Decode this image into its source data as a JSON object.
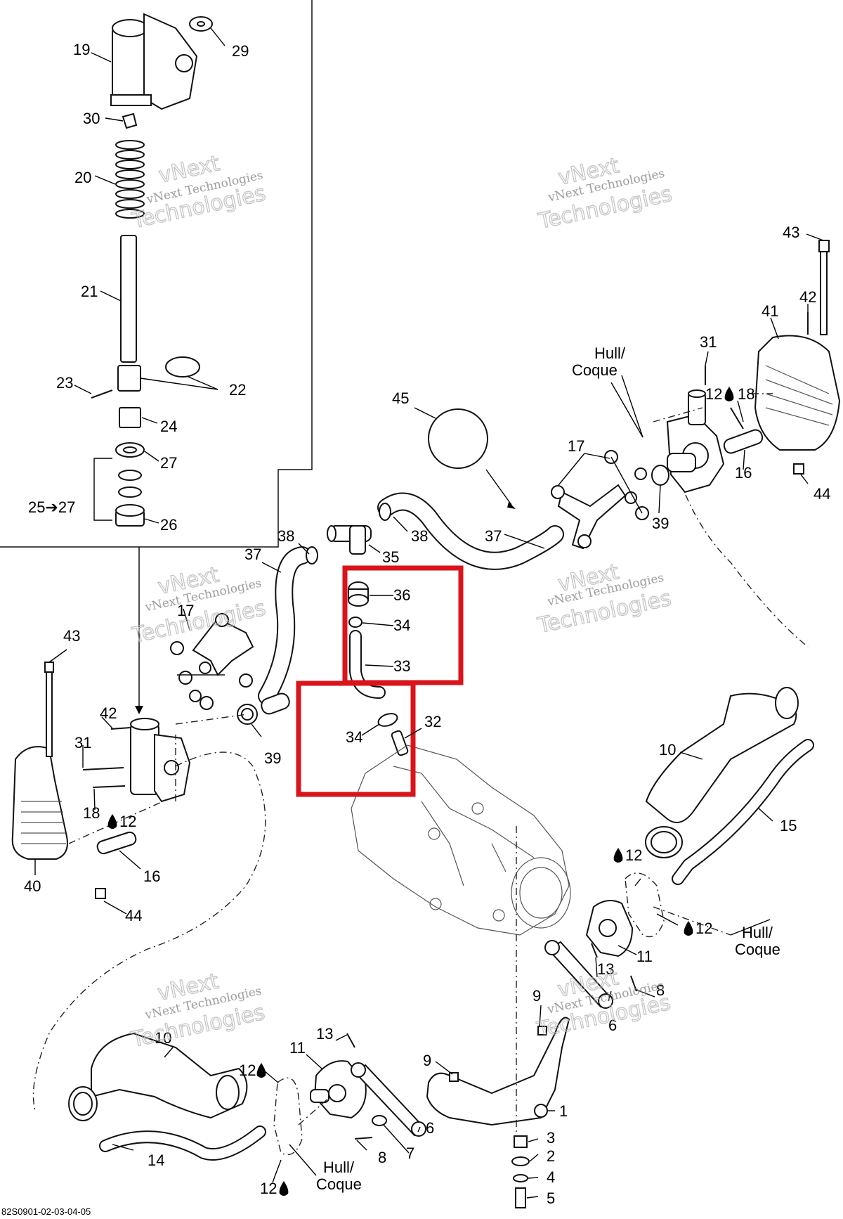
{
  "footer_code": "82S0901-02-03-04-05",
  "hull_label": [
    "Hull/",
    "Coque"
  ],
  "watermark": {
    "small": "vNext Technologies",
    "big": "Technologies",
    "top": "vNext"
  },
  "highlight_color": "#d9141b",
  "callouts": {
    "c1": "1",
    "c2": "2",
    "c3": "3",
    "c4": "4",
    "c5": "5",
    "c6a": "6",
    "c6b": "6",
    "c7": "7",
    "c8a": "8",
    "c8b": "8",
    "c9a": "9",
    "c9b": "9",
    "c10a": "10",
    "c10b": "10",
    "c11a": "11",
    "c11b": "11",
    "c12a": "12",
    "c12b": "12",
    "c12c": "12",
    "c12d": "12",
    "c12e": "12",
    "c12f": "12",
    "c13a": "13",
    "c13b": "13",
    "c14": "14",
    "c15": "15",
    "c16a": "16",
    "c16b": "16",
    "c17a": "17",
    "c17b": "17",
    "c18a": "18",
    "c18b": "18",
    "c19": "19",
    "c20": "20",
    "c21": "21",
    "c22": "22",
    "c23": "23",
    "c24": "24",
    "c25": "25➔27",
    "c26": "26",
    "c27": "27",
    "c29": "29",
    "c30": "30",
    "c31a": "31",
    "c31b": "31",
    "c32": "32",
    "c33": "33",
    "c34a": "34",
    "c34b": "34",
    "c35": "35",
    "c36": "36",
    "c37a": "37",
    "c37b": "37",
    "c38a": "38",
    "c38b": "38",
    "c39a": "39",
    "c39b": "39",
    "c40": "40",
    "c41": "41",
    "c42a": "42",
    "c42b": "42",
    "c43a": "43",
    "c43b": "43",
    "c44a": "44",
    "c44b": "44",
    "c45": "45"
  }
}
